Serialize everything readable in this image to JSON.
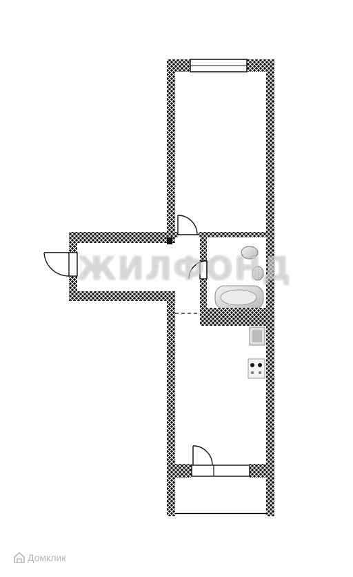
{
  "watermark": {
    "text": "ЖИЛФОНД"
  },
  "brand": {
    "text": "Домклик",
    "icon": "house-logo-icon"
  },
  "colors": {
    "wall": "#111111",
    "hatch": "#ffffff",
    "background": "#ffffff",
    "fixture": "#cccccc"
  },
  "rooms": [
    {
      "id": "room-1"
    },
    {
      "id": "hallway"
    },
    {
      "id": "bathroom"
    },
    {
      "id": "kitchen"
    },
    {
      "id": "balcony"
    }
  ]
}
